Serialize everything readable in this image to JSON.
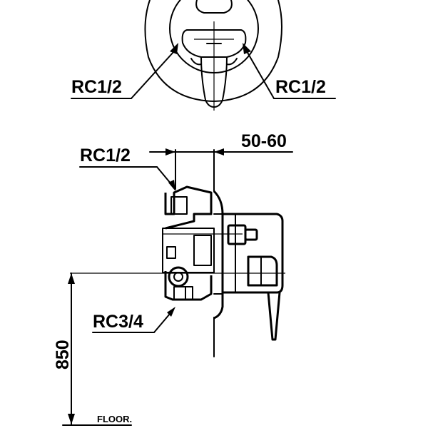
{
  "labels": {
    "inlet_left": "RC1/2",
    "inlet_right": "RC1/2",
    "inlet_side": "RC1/2",
    "depth_range": "50-60",
    "outlet": "RC3/4",
    "height": "850",
    "floor": "FLOOR."
  },
  "colors": {
    "line": "#000000",
    "background": "#ffffff"
  }
}
